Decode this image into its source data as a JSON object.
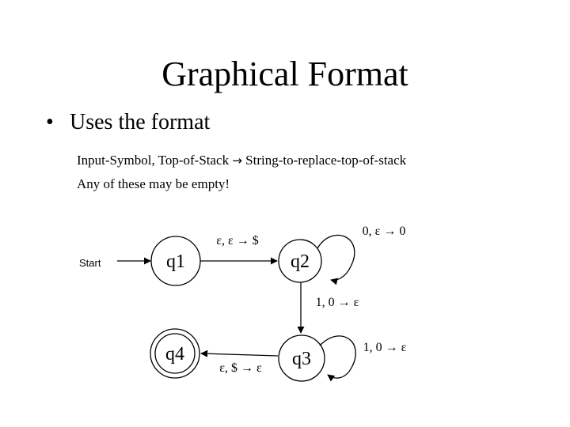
{
  "slide": {
    "title": "Graphical Format",
    "bullet_symbol": "•",
    "bullet": "Uses the format",
    "line1_part1": "Input-Symbol, Top-of-Stack",
    "arrow_symbol": "→",
    "line1_part2": "String-to-replace-top-of-stack",
    "line2": "Any of these may be empty!"
  },
  "diagram": {
    "start_label": "Start",
    "states": [
      {
        "id": "q1",
        "label": "q1"
      },
      {
        "id": "q2",
        "label": "q2"
      },
      {
        "id": "q3",
        "label": "q3"
      },
      {
        "id": "q4",
        "label": "q4"
      }
    ],
    "transitions": [
      {
        "from": "q1",
        "to": "q2",
        "label": "ε, ε → $"
      },
      {
        "from": "q2",
        "to": "q2",
        "label": "0, ε → 0"
      },
      {
        "from": "q2",
        "to": "q3",
        "label": "1, 0 → ε"
      },
      {
        "from": "q3",
        "to": "q3",
        "label": "1, 0 → ε"
      },
      {
        "from": "q3",
        "to": "q4",
        "label": "ε, $ → ε"
      }
    ]
  }
}
